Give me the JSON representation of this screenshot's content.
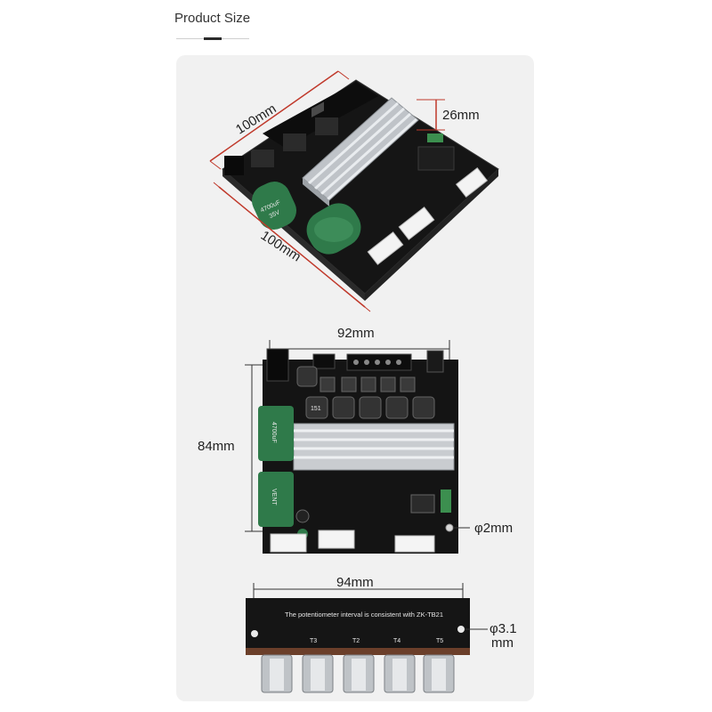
{
  "header": {
    "title": "Product Size"
  },
  "dimensions": {
    "top_width": "100mm",
    "top_height": "26mm",
    "top_depth": "100mm",
    "board_width": "92mm",
    "board_height": "84mm",
    "hole_diameter": "φ2mm",
    "panel_width": "94mm",
    "panel_hole_line1": "φ3.1",
    "panel_hole_line2": "mm"
  },
  "board_labels": {
    "cap_label_top": "4700uF",
    "cap_label_top_voltage": "35V",
    "cap_label_mid": "4700uF",
    "cap_label_lower": "VENT",
    "inductor_mark": "151"
  },
  "panel_labels": {
    "note": "The potentiometer interval is consistent with ZK-TB21",
    "knob_labels": [
      "T3",
      "T2",
      "T4",
      "T5"
    ]
  },
  "colors": {
    "panel_bg": "#f1f1f1",
    "pcb": "#141414",
    "dimension_line": "#c0392b",
    "heatsink": "#c9ccd0",
    "capacitor": "#2f7a4a"
  }
}
